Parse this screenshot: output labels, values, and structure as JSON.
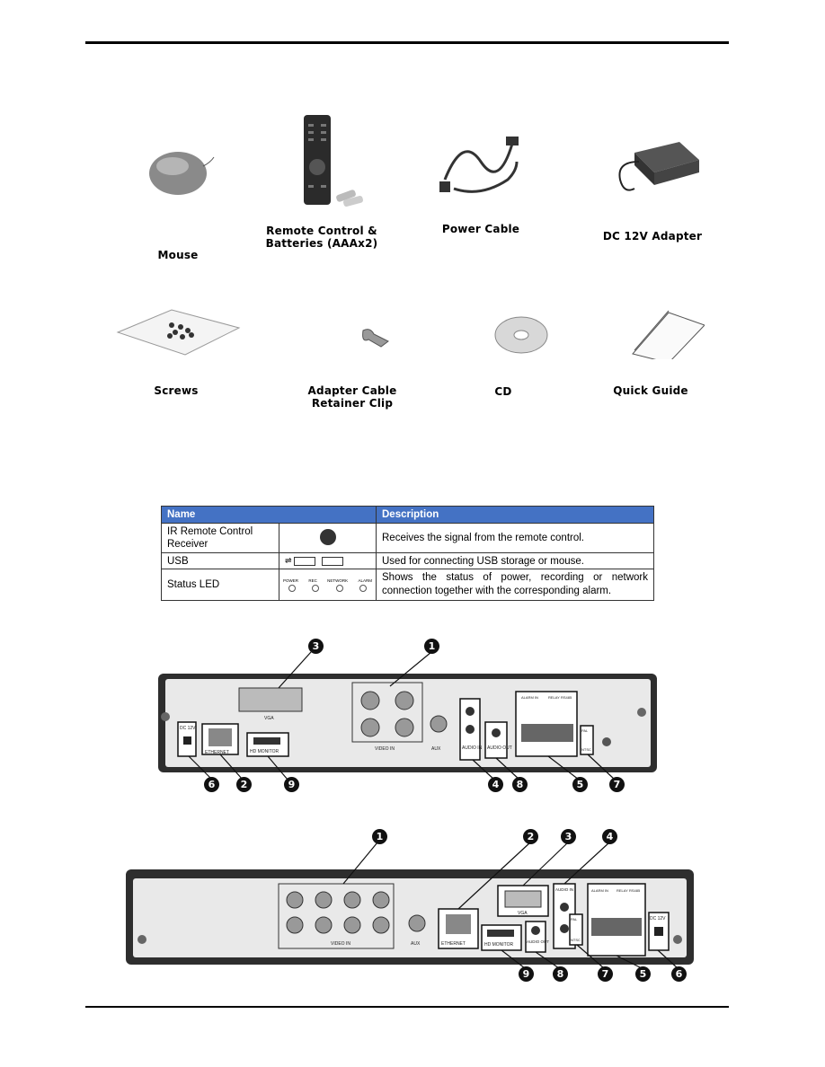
{
  "accessories": [
    {
      "name": "mouse-icon",
      "label": "Mouse"
    },
    {
      "name": "remote-control-icon",
      "label": "Remote Control &\nBatteries (AAAx2)"
    },
    {
      "name": "power-cable-icon",
      "label": "Power Cable"
    },
    {
      "name": "adapter-icon",
      "label": "DC 12V Adapter"
    },
    {
      "name": "screws-icon",
      "label": "Screws"
    },
    {
      "name": "clip-icon",
      "label": "Adapter Cable\nRetainer Clip"
    },
    {
      "name": "cd-icon",
      "label": "CD"
    },
    {
      "name": "quick-guide-icon",
      "label": "Quick Guide"
    }
  ],
  "table": {
    "headers": [
      "Name",
      "Description"
    ],
    "rows": [
      {
        "name": "IR Remote Control Receiver",
        "desc": "Receives the signal from the remote control."
      },
      {
        "name": "USB",
        "desc": "Used for connecting USB storage or mouse."
      },
      {
        "name": "Status LED",
        "desc": "Shows the status of power, recording or network connection together with the corresponding alarm."
      }
    ],
    "led_labels": [
      "POWER",
      "REC",
      "NETWORK",
      "ALARM"
    ]
  },
  "panel1": {
    "labels": {
      "vga": "VGA",
      "dc": "DC 12V",
      "ethernet": "ETHERNET",
      "hdmi": "HD MONITOR",
      "video_in": "VIDEO IN",
      "aux": "AUX",
      "audio_in": "AUDIO IN",
      "audio_out": "AUDIO OUT",
      "alarm_in": "ALARM IN",
      "relay": "RELAY",
      "rs485": "RS485",
      "pal": "PAL",
      "ntsc": "NTSC"
    },
    "callouts": [
      "3",
      "1",
      "6",
      "2",
      "9",
      "4",
      "8",
      "5",
      "7"
    ]
  },
  "panel2": {
    "labels": {
      "video_in": "VIDEO IN",
      "aux": "AUX",
      "ethernet": "ETHERNET",
      "vga": "VGA",
      "hdmi": "HD MONITOR",
      "audio_out": "AUDIO OUT",
      "audio_in": "AUDIO IN",
      "pal": "PAL",
      "ntsc": "NTSC",
      "alarm_in": "ALARM IN",
      "relay": "RELAY",
      "rs485": "RS485",
      "dc": "DC 12V"
    },
    "callouts": [
      "1",
      "2",
      "3",
      "4",
      "9",
      "8",
      "7",
      "5",
      "6"
    ]
  }
}
